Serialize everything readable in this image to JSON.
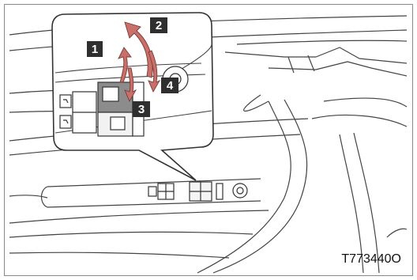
{
  "callouts": [
    {
      "id": "1",
      "label": "1"
    },
    {
      "id": "2",
      "label": "2"
    },
    {
      "id": "3",
      "label": "3"
    },
    {
      "id": "4",
      "label": "4"
    }
  ],
  "figure_code": "T773440O",
  "colors": {
    "callout_bg": "#2f2f2f",
    "callout_text": "#ffffff",
    "arrow_fill": "#c9706a",
    "line": "#333333"
  }
}
